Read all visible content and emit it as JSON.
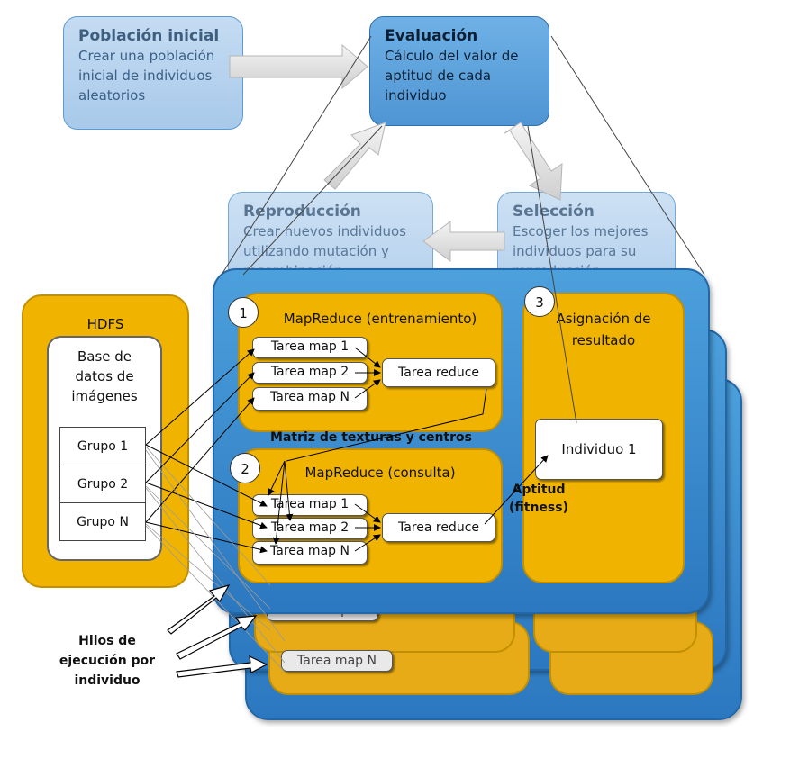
{
  "ga": {
    "poblacion": {
      "title": "Población inicial",
      "lines": [
        "Crear una población",
        "inicial de individuos",
        "aleatorios"
      ]
    },
    "evaluacion": {
      "title": "Evaluación",
      "lines": [
        "Cálculo del valor de",
        "aptitud de cada",
        "individuo"
      ]
    },
    "reproduccion": {
      "title": "Reproducción",
      "lines": [
        "Crear nuevos individuos",
        "utilizando mutación y",
        "recombinación"
      ]
    },
    "seleccion": {
      "title": "Selección",
      "lines": [
        "Escoger los mejores",
        "individuos para su",
        "reproducción"
      ]
    }
  },
  "hdfs": {
    "title": "HDFS",
    "db_lines": [
      "Base de",
      "datos de",
      "imágenes"
    ],
    "groups": [
      "Grupo 1",
      "Grupo 2",
      "Grupo N"
    ]
  },
  "training": {
    "number": "1",
    "title": "MapReduce (entrenamiento)",
    "maps": [
      "Tarea map 1",
      "Tarea map 2",
      "Tarea map N"
    ],
    "reduce": "Tarea reduce"
  },
  "matrix_label": "Matriz de texturas y centros",
  "query": {
    "number": "2",
    "title": "MapReduce (consulta)",
    "maps": [
      "Tarea map 1",
      "Tarea map 2",
      "Tarea map N"
    ],
    "reduce": "Tarea reduce"
  },
  "assignment": {
    "number": "3",
    "title_lines": [
      "Asignación de",
      "resultado"
    ],
    "individual": "Individuo 1"
  },
  "fitness_lines": [
    "Aptitud",
    "(fitness)"
  ],
  "threads_lines": [
    "Hilos de",
    "ejecución por",
    "individuo"
  ],
  "background_tasks": [
    "Tarea map N",
    "Tarea map N"
  ],
  "colors": {
    "blue": "#2c78c0",
    "orange": "#f0b400",
    "ga_box": "#a8c9ea",
    "eval_box": "#4f95d4"
  }
}
